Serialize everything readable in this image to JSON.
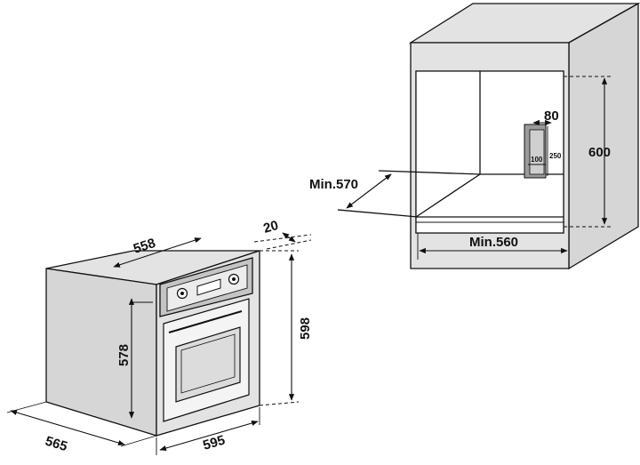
{
  "oven": {
    "depth_label": "558",
    "height_label": "578",
    "side_depth_label": "565",
    "width_label": "595",
    "front_height_label": "598",
    "front_thickness_label": "20"
  },
  "cabinet": {
    "height_label": "600",
    "min_depth_label": "Min.570",
    "min_width_label": "Min.560",
    "vent_width_label": "80",
    "vent_height_label": "250",
    "vent_offset_label": "100"
  },
  "colors": {
    "line": "#111111",
    "panel_fill": "#d6d6d6"
  }
}
